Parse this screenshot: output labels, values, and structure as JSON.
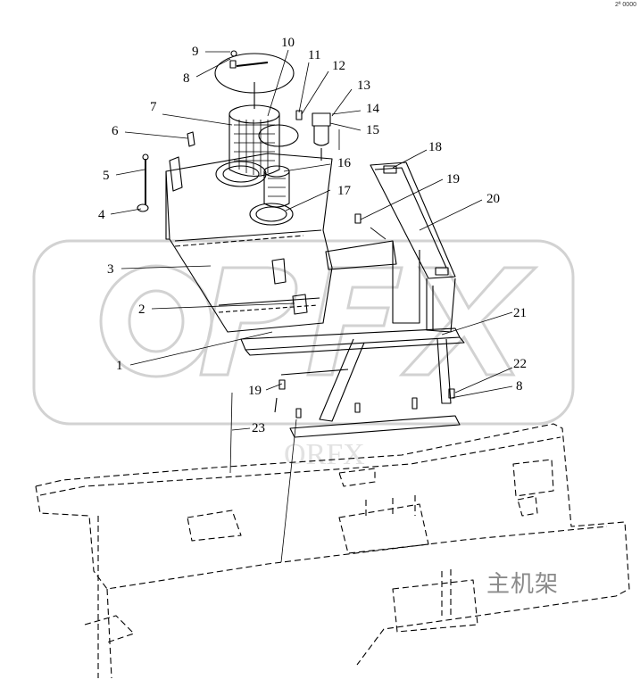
{
  "corner_mark": "2ª 0000",
  "watermark_text": "ORFX",
  "frame_label": "主机架",
  "callouts": [
    "1",
    "2",
    "3",
    "4",
    "5",
    "6",
    "7",
    "8",
    "9",
    "10",
    "11",
    "12",
    "13",
    "14",
    "15",
    "16",
    "17",
    "18",
    "19",
    "20",
    "21",
    "22",
    "8",
    "19",
    "23"
  ],
  "colors": {
    "line": "#000000",
    "watermark": "#cfcfcf",
    "frame_label": "#8a8a8a"
  }
}
